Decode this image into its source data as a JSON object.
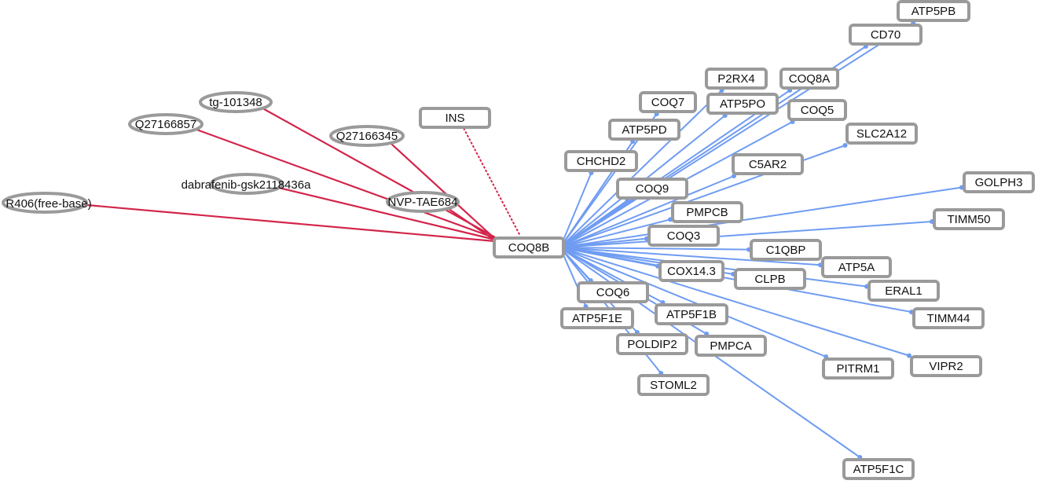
{
  "colors": {
    "target_edge": "#6f9cf2",
    "drug_edge": "#d3244a",
    "node_border": "#9a9a9a"
  },
  "center": {
    "label": "COQ8B"
  },
  "genes": [
    "ATP5PB",
    "CD70",
    "P2RX4",
    "COQ8A",
    "COQ7",
    "COQ5",
    "ATP5PO",
    "ATP5PD",
    "SLC2A12",
    "C5AR2",
    "CHCHD2",
    "COQ9",
    "GOLPH3",
    "COQ3",
    "PMPCB",
    "TIMM50",
    "C1QBP",
    "COX14.3",
    "CLPB",
    "ATP5A",
    "ERAL1",
    "TIMM44",
    "COQ6",
    "ATP5F1E",
    "ATP5F1B",
    "POLDIP2",
    "PMPCA",
    "PITRM1",
    "VIPR2",
    "STOML2",
    "ATP5F1C"
  ],
  "inhibitor_protein": {
    "label": "INS"
  },
  "drugs": [
    "tg-101348",
    "Q27166857",
    "Q27166345",
    "dabrafenib-gsk2118436a",
    "NVP-TAE684",
    "R406(free-base)"
  ]
}
